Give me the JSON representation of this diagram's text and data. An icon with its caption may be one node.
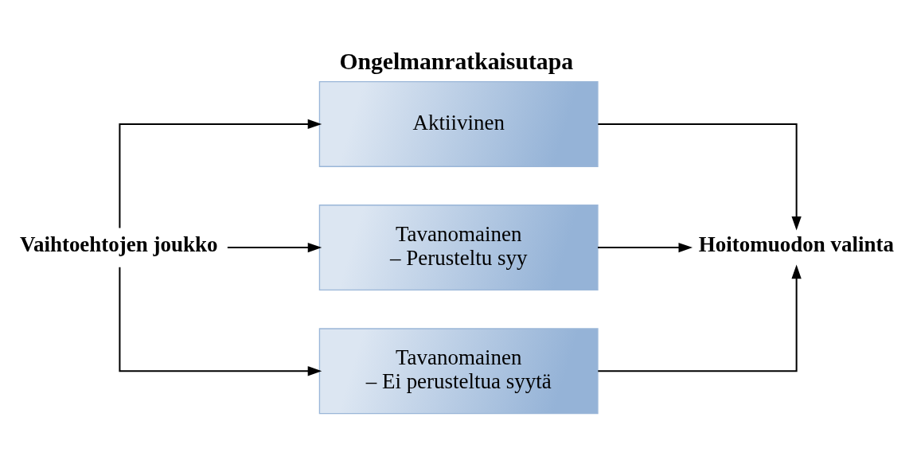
{
  "diagram": {
    "title": "Ongelmanratkaisutapa",
    "nodes": [
      {
        "text": [
          "Vaihtoehtojen joukko"
        ]
      },
      {
        "text": [
          "Aktiivinen"
        ]
      },
      {
        "text": [
          "Tavanomainen",
          "– Perusteltu syy"
        ]
      },
      {
        "text": [
          "Tavanomainen",
          "– Ei perusteltua syytä"
        ]
      },
      {
        "text": [
          "Hoitomuodon valinta"
        ]
      }
    ],
    "edges": [
      {
        "from": 0,
        "to": 1,
        "arrow": "to"
      },
      {
        "from": 0,
        "to": 2,
        "arrow": "to"
      },
      {
        "from": 0,
        "to": 3,
        "arrow": "to"
      },
      {
        "from": 1,
        "to": 4,
        "arrow": "to"
      },
      {
        "from": 2,
        "to": 4,
        "arrow": "to"
      },
      {
        "from": 3,
        "to": 4,
        "arrow": "to"
      }
    ]
  }
}
